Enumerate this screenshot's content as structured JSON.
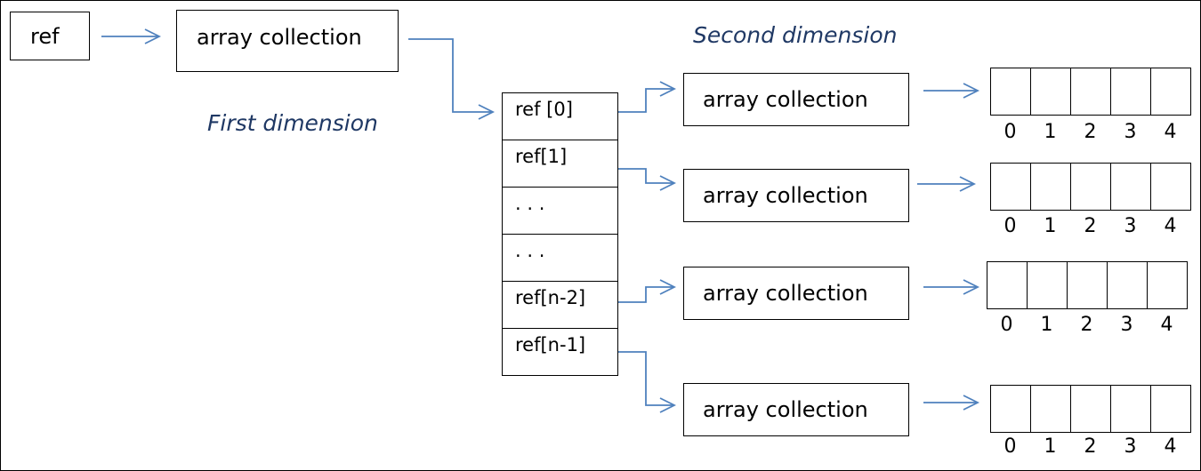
{
  "top": {
    "ref_label": "ref",
    "collection_label": "array collection"
  },
  "labels": {
    "first_dimension": "First dimension",
    "second_dimension": "Second dimension"
  },
  "ref_array": [
    "ref [0]",
    "ref[1]",
    ". . .",
    ". . .",
    "ref[n-2]",
    "ref[n-1]"
  ],
  "rows": [
    {
      "collection_label": "array collection",
      "indices": [
        "0",
        "1",
        "2",
        "3",
        "4"
      ]
    },
    {
      "collection_label": "array collection",
      "indices": [
        "0",
        "1",
        "2",
        "3",
        "4"
      ]
    },
    {
      "collection_label": "array collection",
      "indices": [
        "0",
        "1",
        "2",
        "3",
        "4"
      ]
    },
    {
      "collection_label": "array collection",
      "indices": [
        "0",
        "1",
        "2",
        "3",
        "4"
      ]
    }
  ],
  "colors": {
    "arrow": "#4f81bd",
    "dimension_label": "#1f3864"
  }
}
